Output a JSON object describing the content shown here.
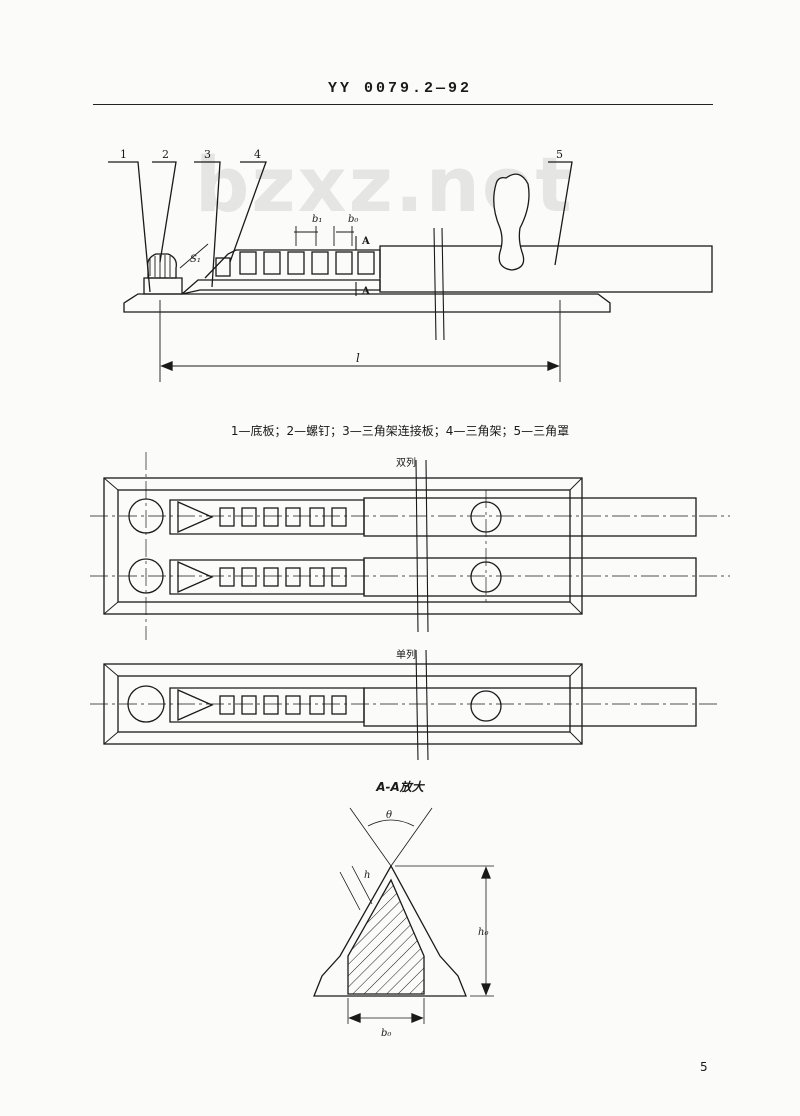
{
  "header": {
    "standard_code": "YY 0079.2—92"
  },
  "watermark": "bzxz.net",
  "figure_side": {
    "callouts": [
      "1",
      "2",
      "3",
      "4",
      "5"
    ],
    "dim_labels": {
      "b1": "b₁",
      "b0": "b₀",
      "section_a_top": "A",
      "section_a_bottom": "A",
      "s1": "S₁",
      "length": "l"
    }
  },
  "legend": "1—底板；2—螺钉；3—三角架连接板；4—三角架；5—三角罩",
  "plan_double": {
    "label": "双列"
  },
  "plan_single": {
    "label": "单列"
  },
  "section": {
    "title": "A-A放大",
    "labels": {
      "theta": "θ",
      "h": "h",
      "height": "h₀",
      "base": "b₀"
    }
  },
  "page_number": "5"
}
